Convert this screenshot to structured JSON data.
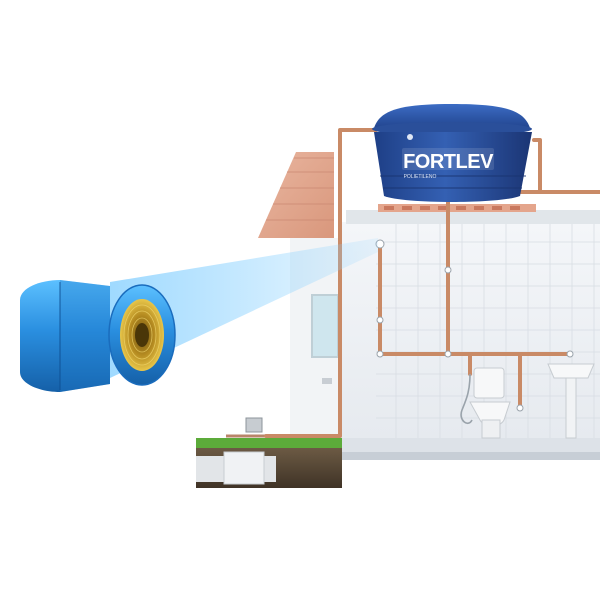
{
  "tank": {
    "brand": "FORTLEV",
    "sublabel": "POLIETILENO"
  },
  "fitting": {
    "item": "blue-pvc-adapter-with-brass-thread"
  },
  "colors": {
    "fitting_blue": "#2a8fe0",
    "brass": "#c9a227",
    "tank_blue": "#2a4f9a",
    "pipe_copper": "#c98a66",
    "wall": "#eef1f5",
    "grass": "#5cab3a"
  }
}
